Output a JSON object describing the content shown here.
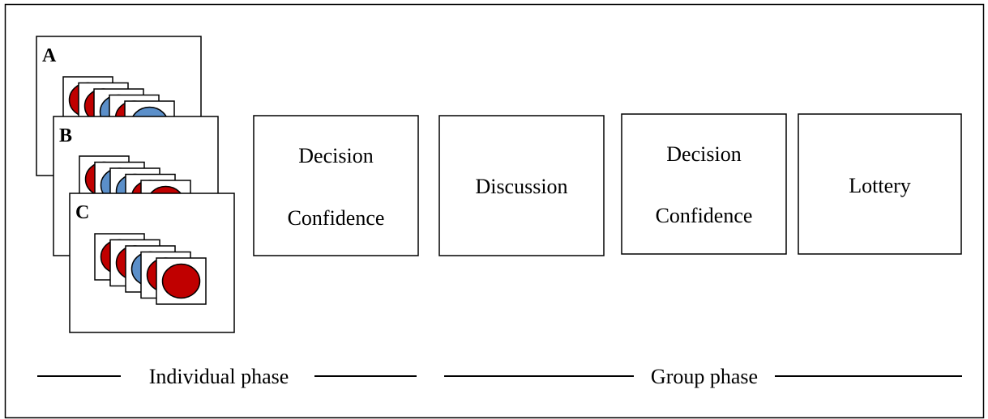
{
  "panels": [
    {
      "letter": "A",
      "sequence": [
        "red",
        "red",
        "blue",
        "red",
        "blue"
      ]
    },
    {
      "letter": "B",
      "sequence": [
        "red",
        "blue",
        "blue",
        "red",
        "red"
      ]
    },
    {
      "letter": "C",
      "sequence": [
        "red",
        "red",
        "blue",
        "red",
        "red"
      ]
    }
  ],
  "steps": [
    {
      "lines": [
        "Decision",
        "Confidence"
      ]
    },
    {
      "lines": [
        "Discussion"
      ]
    },
    {
      "lines": [
        "Decision",
        "Confidence"
      ]
    },
    {
      "lines": [
        "Lottery"
      ]
    }
  ],
  "phases": {
    "individual": "Individual phase",
    "group": "Group phase"
  },
  "colors": {
    "red": "#c00000",
    "blue": "#5b8fc9",
    "stroke": "#000000"
  }
}
